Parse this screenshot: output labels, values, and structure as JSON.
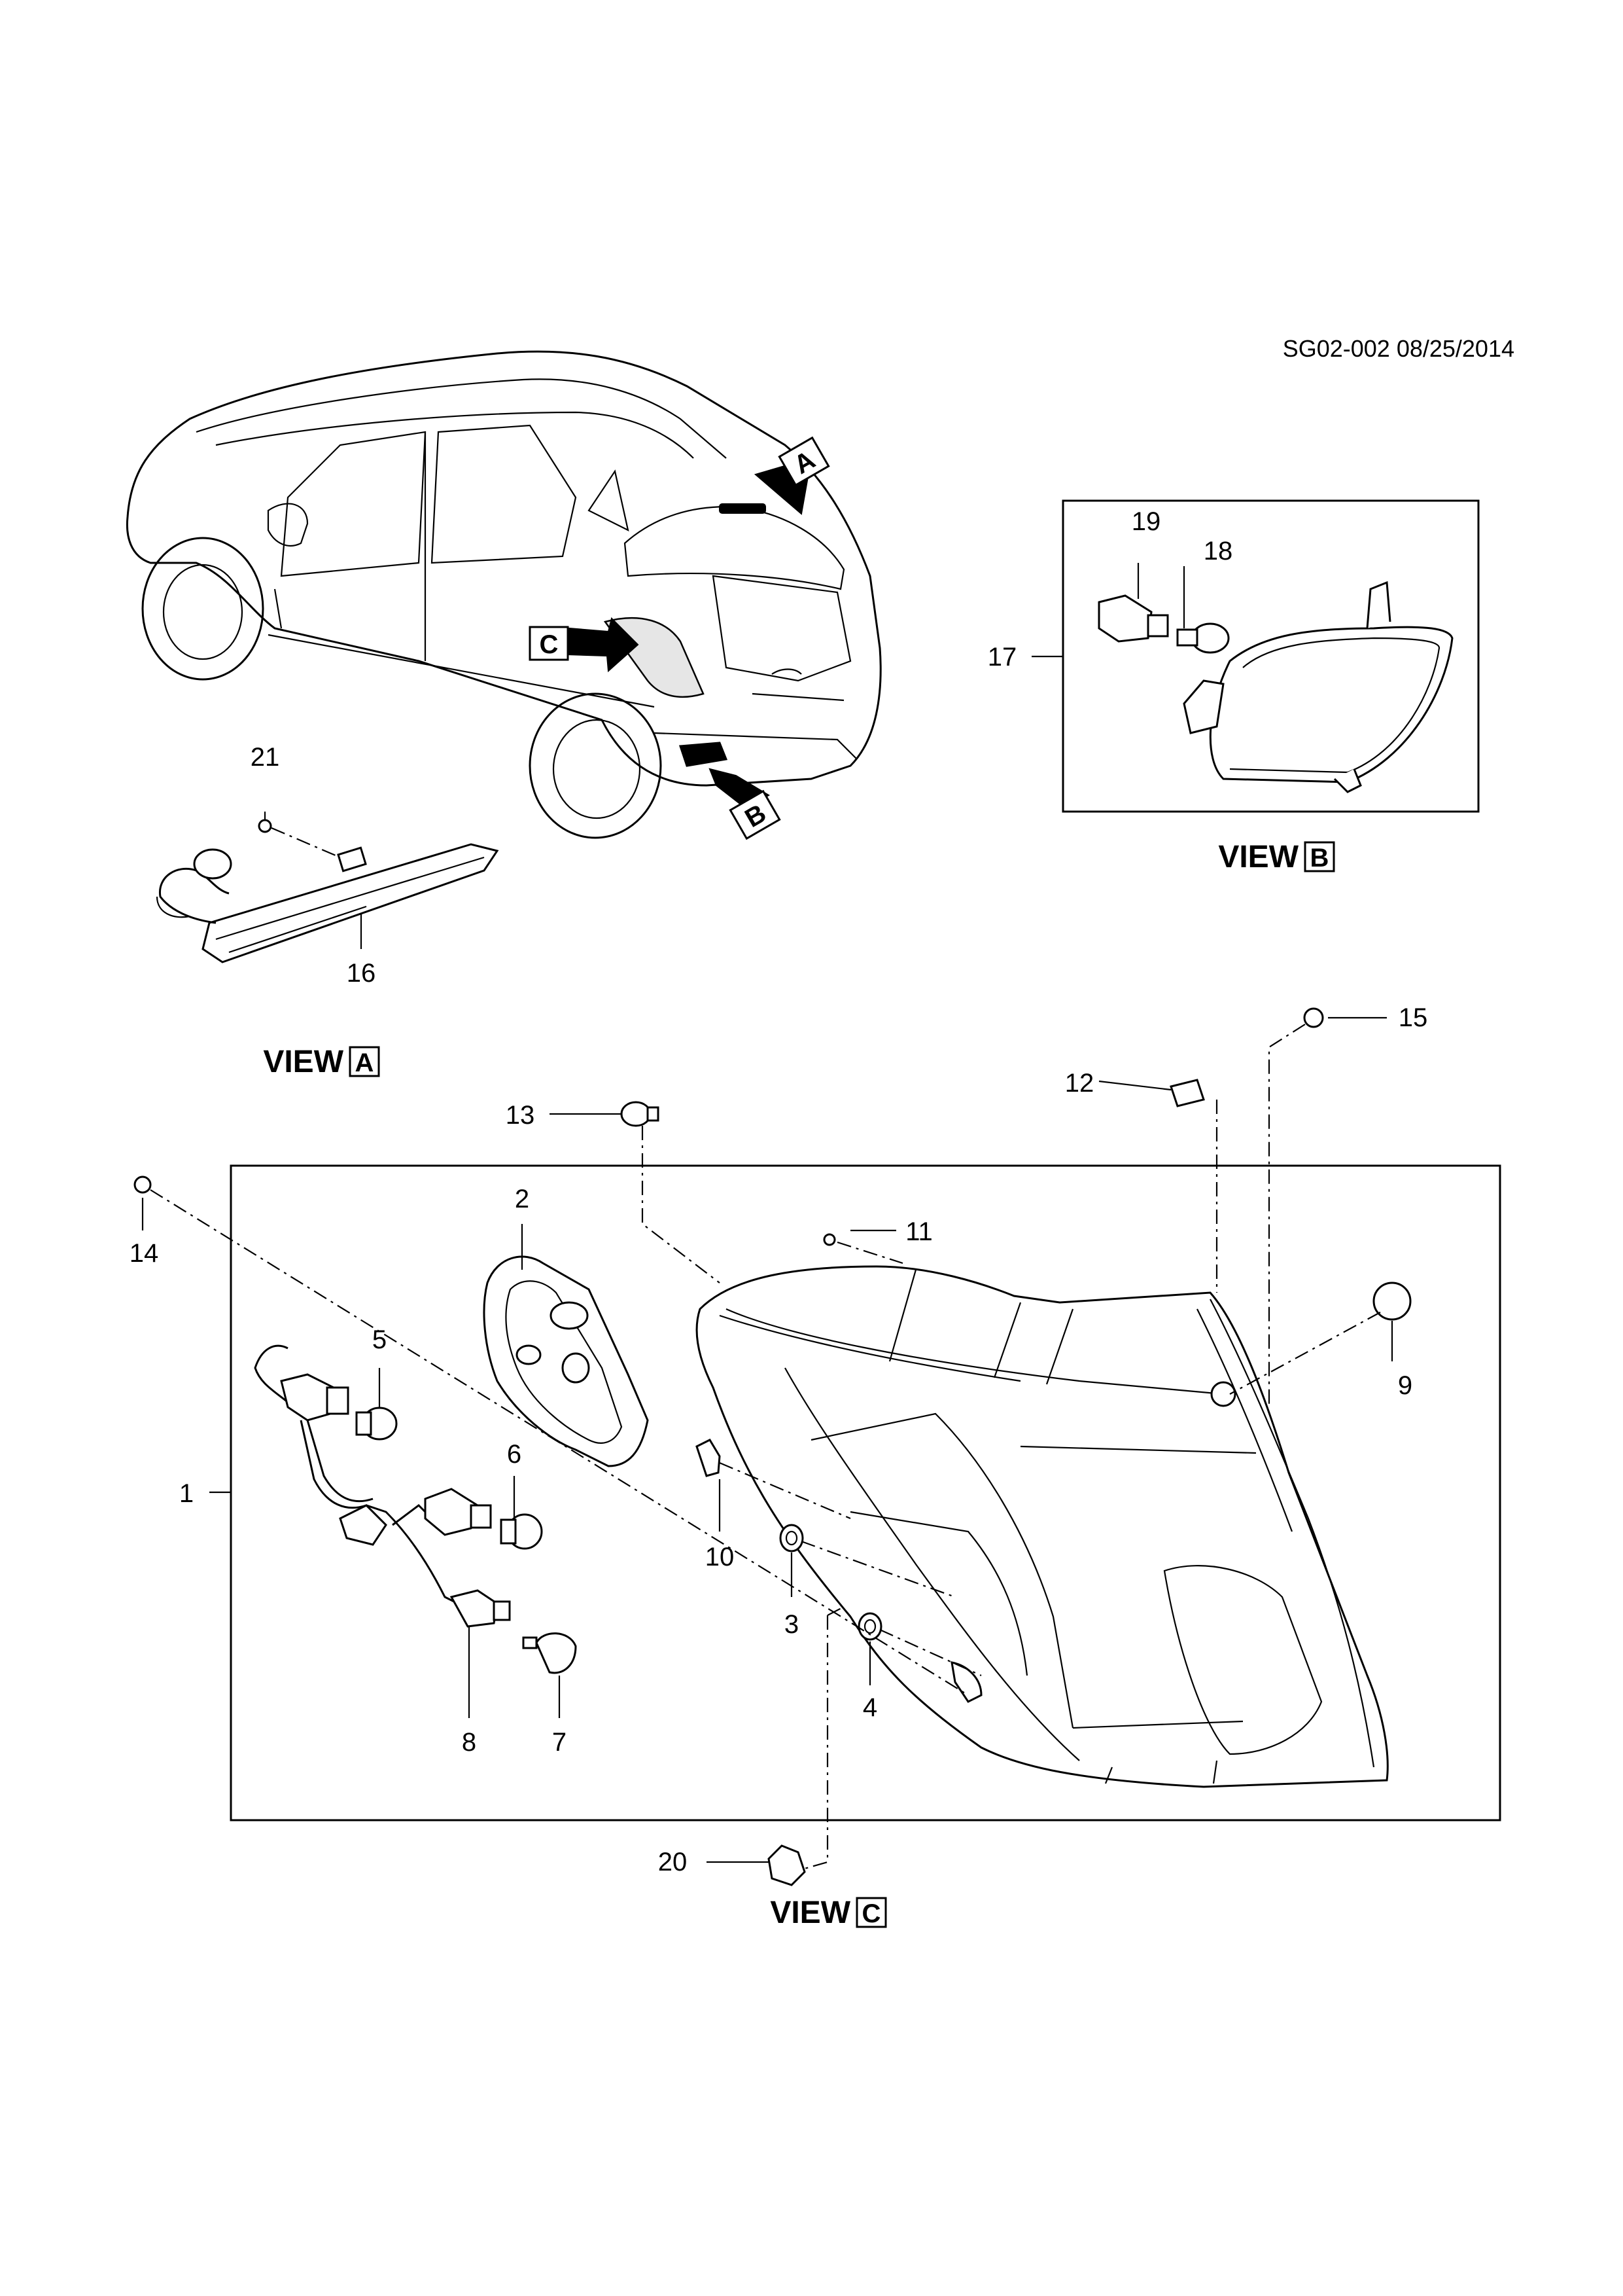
{
  "reference": "SG02-002 08/25/2014",
  "views": {
    "a": {
      "word": "VIEW",
      "letter": "A"
    },
    "b": {
      "word": "VIEW",
      "letter": "B"
    },
    "c": {
      "word": "VIEW",
      "letter": "C"
    }
  },
  "arrow_tags": [
    "A",
    "B",
    "C"
  ],
  "callouts": [
    "1",
    "2",
    "3",
    "4",
    "5",
    "6",
    "7",
    "8",
    "9",
    "10",
    "11",
    "12",
    "13",
    "14",
    "15",
    "16",
    "17",
    "18",
    "19",
    "20",
    "21"
  ]
}
